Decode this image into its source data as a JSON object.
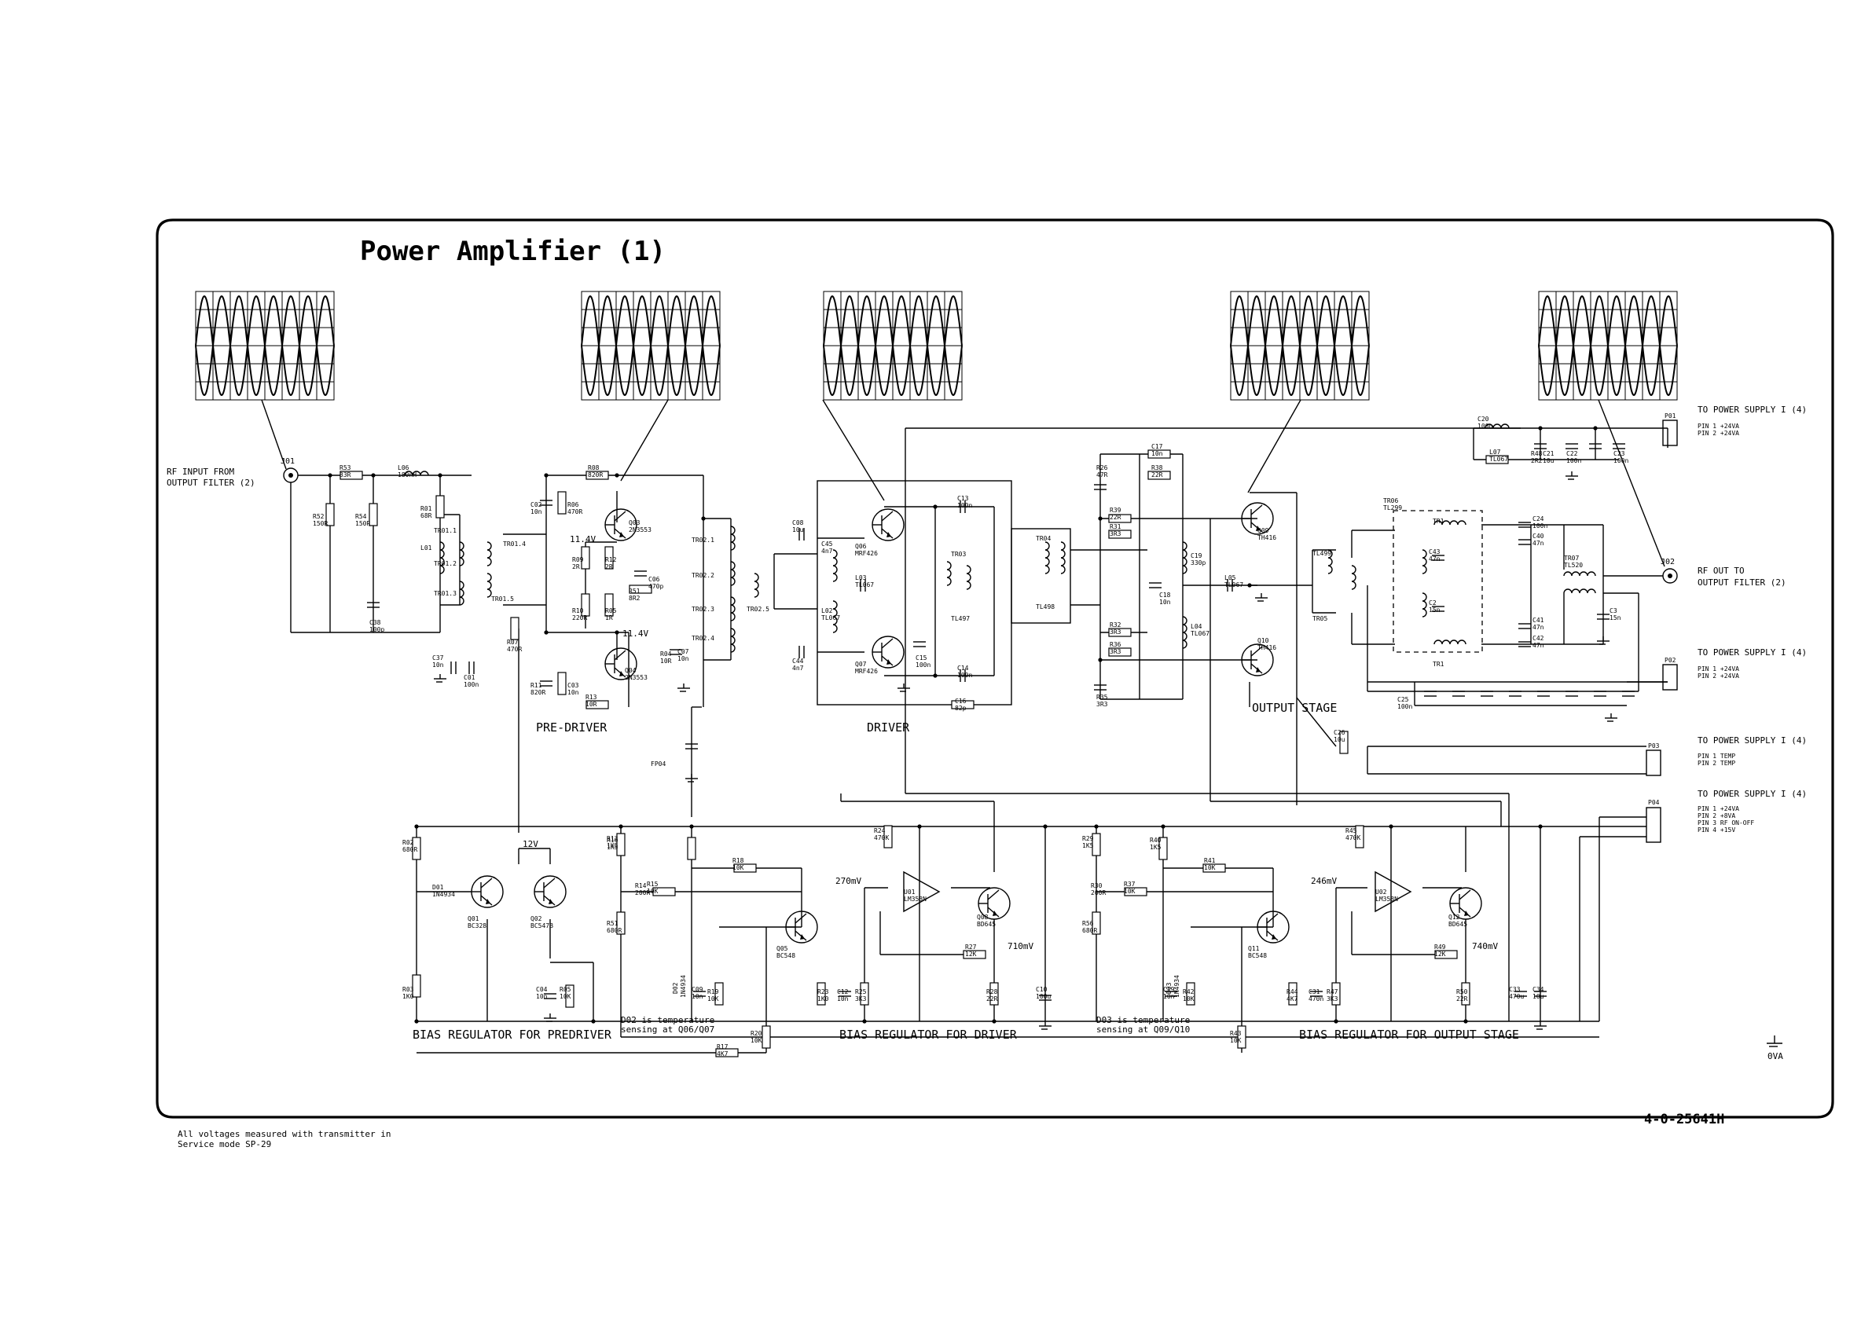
{
  "title": "Power Amplifier (1)",
  "doc_number": "4-0-25641H",
  "footnote": [
    "All voltages measured with transmitter in",
    "Service mode SP-29"
  ],
  "ground_label": "0VA",
  "connectors": {
    "input": {
      "ref": "J01",
      "label": [
        "RF INPUT FROM",
        "OUTPUT FILTER (2)"
      ]
    },
    "output": {
      "ref": "J02",
      "label": [
        "RF OUT TO",
        "OUTPUT FILTER (2)"
      ]
    },
    "p01": {
      "ref": "P01",
      "label": "TO POWER SUPPLY I (4)",
      "pins": [
        "PIN  1  +24VA",
        "PIN  2  +24VA"
      ]
    },
    "p02": {
      "ref": "P02",
      "label": "TO POWER SUPPLY I (4)",
      "pins": [
        "PIN  1  +24VA",
        "PIN  2  +24VA"
      ]
    },
    "p03": {
      "ref": "P03",
      "label": "TO POWER SUPPLY I (4)",
      "pins": [
        "PIN  1  TEMP",
        "PIN  2  TEMP"
      ]
    },
    "p04": {
      "ref": "P04",
      "label": "TO POWER SUPPLY I (4)",
      "pins": [
        "PIN  1  +24VA",
        "PIN  2  +8VA",
        "PIN  3  RF ON-OFF",
        "PIN  4  +15V"
      ]
    }
  },
  "sections": {
    "predriver": "PRE-DRIVER",
    "driver": "DRIVER",
    "output_stage": "OUTPUT STAGE",
    "bias_predriver": "BIAS REGULATOR FOR PREDRIVER",
    "bias_driver": "BIAS REGULATOR FOR DRIVER",
    "bias_output": "BIAS REGULATOR FOR OUTPUT STAGE"
  },
  "notes": {
    "d02": [
      "D02 is temperature",
      "sensing at Q06/Q07"
    ],
    "d03": [
      "D03 is temperature",
      "sensing at Q09/Q10"
    ]
  },
  "voltages": {
    "v11_4a": "11.4V",
    "v11_4b": "11.4V",
    "v12": "12V",
    "mv270": "270mV",
    "mv710": "710mV",
    "mv246": "246mV",
    "mv740": "740mV"
  },
  "transistors": {
    "q03": [
      "Q03",
      "2N3553"
    ],
    "q04": [
      "Q04",
      "2N3553"
    ],
    "q06": [
      "Q06",
      "MRF426"
    ],
    "q07": [
      "Q07",
      "MRF426"
    ],
    "q09": [
      "Q09",
      "TH416"
    ],
    "q10": [
      "Q10",
      "TH416"
    ],
    "q01": [
      "Q01",
      "BC328"
    ],
    "q02": [
      "Q02",
      "BC547B"
    ],
    "q05": [
      "Q05",
      "BC548"
    ],
    "q08": [
      "Q08",
      "BD645"
    ],
    "q11": [
      "Q11",
      "BC548"
    ],
    "q12": [
      "Q12",
      "BD645"
    ],
    "d01": [
      "D01",
      "1N4934"
    ],
    "d02": [
      "D02",
      "1N4934"
    ],
    "d03": [
      "D03",
      "1N4934"
    ]
  },
  "opamps": {
    "u01": [
      "U01",
      "LM358N"
    ],
    "u02": [
      "U02",
      "LM358N"
    ]
  },
  "transformers": {
    "tr01": [
      "TR01.1",
      "TR01.2",
      "TR01.3",
      "TR01.4",
      "TR01.5"
    ],
    "tr02": [
      "TR02.1",
      "TR02.2",
      "TR02.3",
      "TR02.4",
      "TR02.5"
    ],
    "tr03": [
      "TR03",
      "TL497"
    ],
    "tr04": [
      "TR04",
      "TL498"
    ],
    "tr05": [
      "TL499",
      "TR05"
    ],
    "tr06": [
      "TR06",
      "TL299",
      "TR1",
      "TR1"
    ],
    "tr07": [
      "TR07",
      "TL520"
    ]
  },
  "components_top": [
    [
      "R53",
      "33R"
    ],
    [
      "L06",
      "180nH"
    ],
    [
      "R52",
      "150R"
    ],
    [
      "R54",
      "150R"
    ],
    [
      "C38",
      "100p"
    ],
    [
      "R01",
      "68R"
    ],
    [
      "L01",
      ""
    ],
    [
      "C37",
      "10n"
    ],
    [
      "C01",
      "100n"
    ],
    [
      "R08",
      "820R"
    ],
    [
      "C02",
      "10n"
    ],
    [
      "R06",
      "470R"
    ],
    [
      "R09",
      "2R"
    ],
    [
      "R12",
      "2R"
    ],
    [
      "C06",
      "470p"
    ],
    [
      "R51",
      "8R2"
    ],
    [
      "R10",
      "220R"
    ],
    [
      "R05",
      "1R"
    ],
    [
      "R13",
      "10R"
    ],
    [
      "R11",
      "820R"
    ],
    [
      "C03",
      "10n"
    ],
    [
      "R07",
      "470R"
    ],
    [
      "R04",
      "10R"
    ],
    [
      "C07",
      "10n"
    ],
    [
      "FP04",
      ""
    ],
    [
      "C08",
      "10u"
    ],
    [
      "C44",
      "4n7"
    ],
    [
      "C45",
      "4n7"
    ],
    [
      "L02",
      "TL067"
    ],
    [
      "L03",
      "TL067"
    ],
    [
      "C13",
      "100n"
    ],
    [
      "C14",
      "100n"
    ],
    [
      "C15",
      "100n"
    ],
    [
      "C16",
      "82p"
    ],
    [
      "R26",
      "47R"
    ],
    [
      "C17",
      "10n"
    ],
    [
      "R38",
      "22R"
    ],
    [
      "R39",
      "22R"
    ],
    [
      "R31",
      "3R3"
    ],
    [
      "R32",
      "3R3"
    ],
    [
      "R36",
      "3R3"
    ],
    [
      "R35",
      "3R3"
    ],
    [
      "C18",
      "10n"
    ],
    [
      "C19",
      "330p"
    ],
    [
      "L04",
      "TL067"
    ],
    [
      "L05",
      "TL067"
    ],
    [
      "C20",
      "100n"
    ],
    [
      "L07",
      "TL067"
    ],
    [
      "R48",
      "2R2"
    ],
    [
      "C21",
      "10u"
    ],
    [
      "C22",
      "100n"
    ],
    [
      "C23",
      "100n"
    ],
    [
      "C24",
      "100n"
    ],
    [
      "C40",
      "47n"
    ],
    [
      "C41",
      "47n"
    ],
    [
      "C42",
      "47n"
    ],
    [
      "C43",
      "47n"
    ],
    [
      "C2",
      "15n"
    ],
    [
      "C3",
      "15n"
    ],
    [
      "C25",
      "100n"
    ],
    [
      "C26",
      "10u"
    ],
    [
      "R15",
      "KTY-83"
    ]
  ],
  "components_bias": [
    [
      "R02",
      "680R"
    ],
    [
      "R03",
      "1K0"
    ],
    [
      "C04",
      "10n"
    ],
    [
      "R05",
      "10K"
    ],
    [
      "R13",
      "1K5"
    ],
    [
      "R14",
      "200R"
    ],
    [
      "R51",
      "680R"
    ],
    [
      "R15",
      "10K"
    ],
    [
      "R16",
      "1K5"
    ],
    [
      "R18",
      "10K"
    ],
    [
      "R19",
      "10K"
    ],
    [
      "C09",
      "10n"
    ],
    [
      "R23",
      "1K0"
    ],
    [
      "C12",
      "10n"
    ],
    [
      "R25",
      "3K3"
    ],
    [
      "R24",
      "470K"
    ],
    [
      "R27",
      "12K"
    ],
    [
      "R28",
      "22R"
    ],
    [
      "C10",
      "100u"
    ],
    [
      "R20",
      "10K"
    ],
    [
      "R17",
      "4K7"
    ],
    [
      "R29",
      "1K5"
    ],
    [
      "R30",
      "200R"
    ],
    [
      "R56",
      "680R"
    ],
    [
      "R37",
      "10K"
    ],
    [
      "R40",
      "1K5"
    ],
    [
      "R41",
      "10K"
    ],
    [
      "C19",
      "10n"
    ],
    [
      "R42",
      "10K"
    ],
    [
      "R43",
      "10K"
    ],
    [
      "R44",
      "4K7"
    ],
    [
      "C31",
      "470n"
    ],
    [
      "R47",
      "3K3"
    ],
    [
      "R45",
      "470K"
    ],
    [
      "R49",
      "12K"
    ],
    [
      "R50",
      "22R"
    ],
    [
      "C33",
      "470u"
    ],
    [
      "C34",
      "10u"
    ]
  ]
}
